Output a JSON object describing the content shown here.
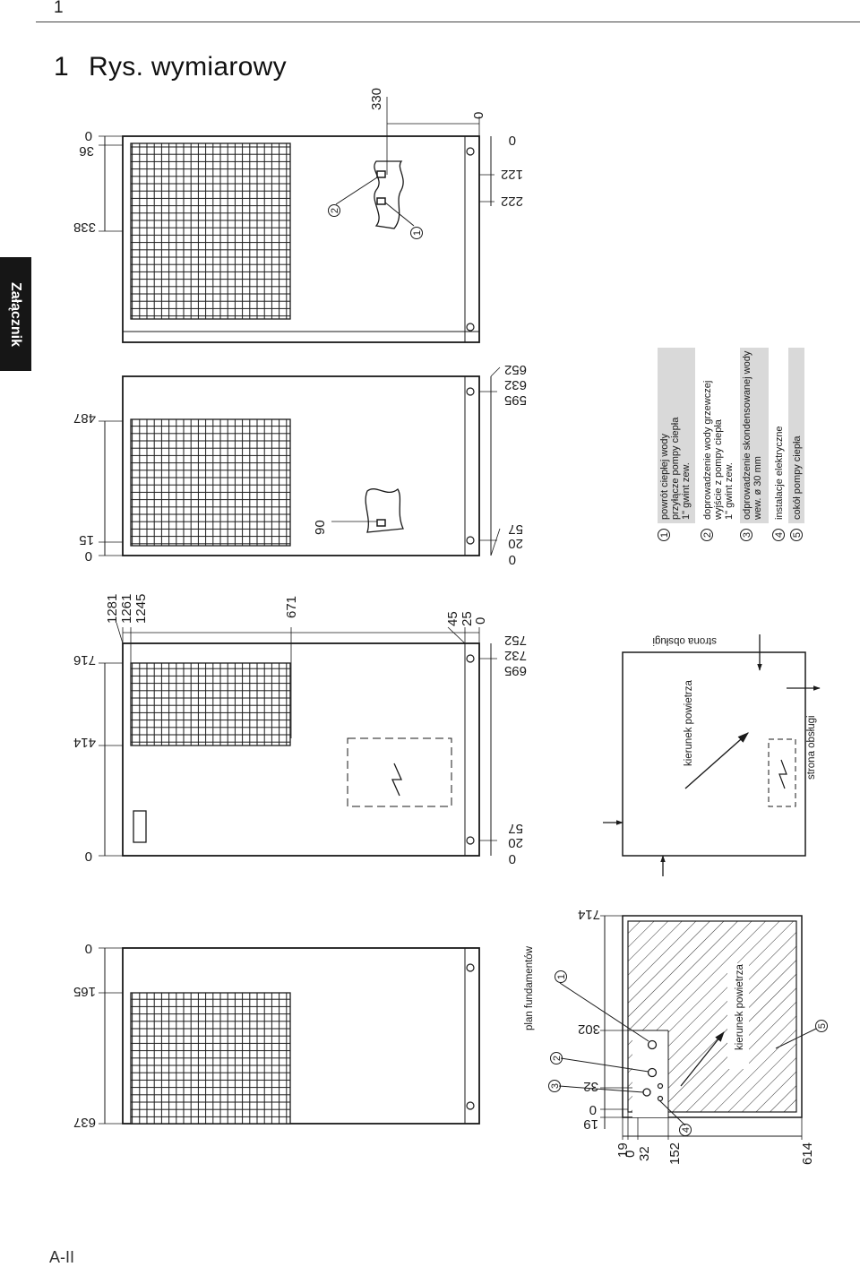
{
  "header": {
    "page_number": "1",
    "section_number": "1",
    "section_title": "Rys. wymiarowy"
  },
  "side_tab": {
    "label": "Załącznik"
  },
  "footer": {
    "page_code": "A-II"
  },
  "view_a": {
    "dims_left": [
      "0",
      "36",
      "338"
    ],
    "dims_top": [
      "330",
      "0"
    ],
    "dims_right": [
      "0",
      "122",
      "222"
    ],
    "callouts": [
      "2",
      "1"
    ]
  },
  "view_b": {
    "dims_left": [
      "487",
      "15",
      "0"
    ],
    "dims_right": [
      "652",
      "632",
      "595",
      "57",
      "20",
      "0"
    ],
    "dim_inner": "90"
  },
  "view_c": {
    "dims_left": [
      "716",
      "414",
      "0"
    ],
    "dims_top": [
      "1281",
      "1261",
      "1245",
      "671",
      "45",
      "25",
      "0"
    ],
    "dims_right": [
      "752",
      "732",
      "695",
      "57",
      "20",
      "0"
    ]
  },
  "view_d": {
    "dims_left": [
      "0",
      "165",
      "637"
    ],
    "caption": "plan fundamentów",
    "callouts": [
      "3",
      "2",
      "1"
    ]
  },
  "plan_air": {
    "airflow_label": "kierunek powietrza",
    "service_side_label": "strona obsługi",
    "service_side_label_2": "strona obsługi"
  },
  "foundation": {
    "dims_top": [
      "714",
      "302",
      "32",
      "0",
      "19"
    ],
    "dims_bottom": [
      "19",
      "0",
      "32",
      "152",
      "614"
    ],
    "airflow_label": "kierunek powietrza",
    "callouts": [
      "4",
      "5"
    ]
  },
  "legend": {
    "items": [
      {
        "num": "1",
        "lines": [
          "powrót ciepłej wody",
          "przyłącze pompy ciepła",
          "1\" gwint zew."
        ]
      },
      {
        "num": "2",
        "lines": [
          "doprowadzenie wody grzewczej",
          "wyjście z pompy ciepła",
          "1\" gwint zew."
        ]
      },
      {
        "num": "3",
        "lines": [
          "odprowadzenie skondensowanej wody",
          "wew. ø 30 mm"
        ]
      },
      {
        "num": "4",
        "lines": [
          "instalacje elektryczne"
        ]
      },
      {
        "num": "5",
        "lines": [
          "cokół pompy ciepła"
        ]
      }
    ]
  },
  "colors": {
    "legend_shade": "#d9d9d9",
    "tab_bg": "#161616",
    "line": "#1a1a1a"
  }
}
